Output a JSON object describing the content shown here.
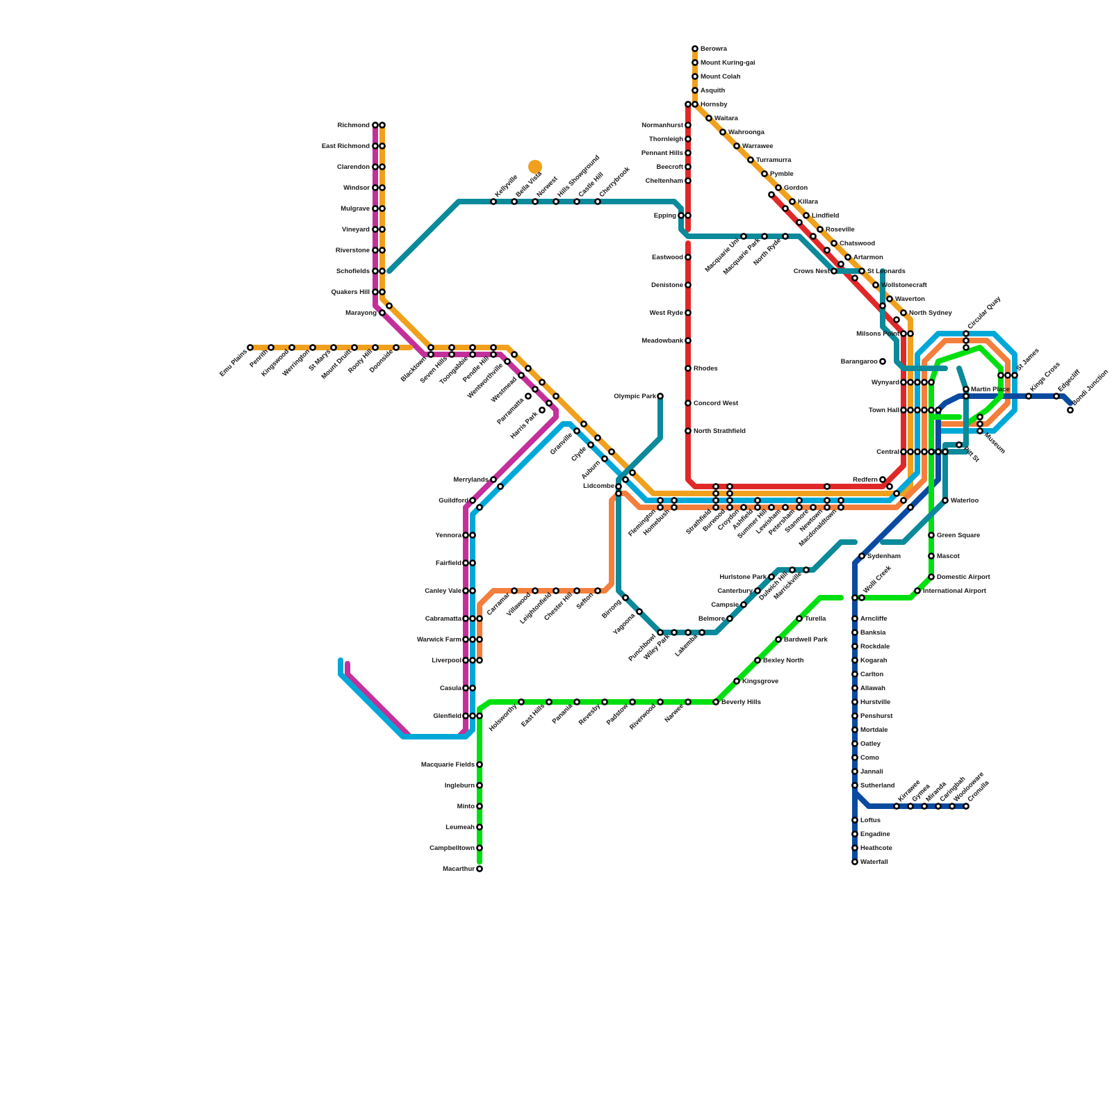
{
  "colors": {
    "T1": "#f0a01c",
    "T2": "#00a8d8",
    "T3": "#f47f3c",
    "T4": "#0a4aa0",
    "T5": "#c3309a",
    "T6": "#00e010",
    "T7": "#e02828",
    "T8": "#0a8a9a",
    "station_fill": "#ffffff",
    "station_stroke": "#000000",
    "marker": "#f0a01c"
  },
  "icons": {
    "station": "station-circle-icon",
    "marker": "map-marker-dot-icon"
  },
  "labels": {
    "richmond": "Richmond",
    "east_richmond": "East Richmond",
    "clarendon": "Clarendon",
    "windsor": "Windsor",
    "mulgrave": "Mulgrave",
    "vineyard": "Vineyard",
    "riverstone": "Riverstone",
    "schofields": "Schofields",
    "quakers_hill": "Quakers Hill",
    "marayong": "Marayong",
    "emu_plains": "Emu Plains",
    "penrith": "Penrith",
    "kingswood": "Kingswood",
    "werrington": "Werrington",
    "st_marys": "St Marys",
    "mount_druitt": "Mount Druitt",
    "rooty_hill": "Rooty Hill",
    "doonside": "Doonside",
    "blacktown": "Blacktown",
    "seven_hills": "Seven Hills",
    "toongabbie": "Toongabbie",
    "pendle_hill": "Pendle Hill",
    "wentworthville": "Wentworthville",
    "westmead": "Westmead",
    "parramatta": "Parramatta",
    "harris_park": "Harris Park",
    "granville": "Granville",
    "clyde": "Clyde",
    "auburn": "Auburn",
    "lidcombe": "Lidcombe",
    "olympic_park": "Olympic Park",
    "merrylands": "Merrylands",
    "guildford": "Guildford",
    "yennora": "Yennora",
    "fairfield": "Fairfield",
    "canley_vale": "Canley Vale",
    "cabramatta": "Cabramatta",
    "warwick_farm": "Warwick Farm",
    "liverpool": "Liverpool",
    "casula": "Casula",
    "glenfield": "Glenfield",
    "macquarie_fields": "Macquarie Fields",
    "ingleburn": "Ingleburn",
    "minto": "Minto",
    "leumeah": "Leumeah",
    "campbelltown": "Campbelltown",
    "macarthur": "Macarthur",
    "kellyville": "Kellyville",
    "bella_vista": "Bella Vista",
    "norwest": "Norwest",
    "hills_showground": "Hills Showground",
    "castle_hill": "Castle Hill",
    "cherrybrook": "Cherrybrook",
    "berowra": "Berowra",
    "mount_kuring_gai": "Mount Kuring-gai",
    "mount_colah": "Mount Colah",
    "asquith": "Asquith",
    "hornsby": "Hornsby",
    "normanhurst": "Normanhurst",
    "thornleigh": "Thornleigh",
    "pennant_hills": "Pennant Hills",
    "beecroft": "Beecroft",
    "cheltenham": "Cheltenham",
    "epping": "Epping",
    "eastwood": "Eastwood",
    "denistone": "Denistone",
    "west_ryde": "West Ryde",
    "meadowbank": "Meadowbank",
    "rhodes": "Rhodes",
    "concord_west": "Concord West",
    "north_strathfield": "North Strathfield",
    "waitara": "Waitara",
    "wahroonga": "Wahroonga",
    "warrawee": "Warrawee",
    "turramurra": "Turramurra",
    "pymble": "Pymble",
    "gordon": "Gordon",
    "killara": "Killara",
    "lindfield": "Lindfield",
    "roseville": "Roseville",
    "chatswood": "Chatswood",
    "artarmon": "Artarmon",
    "st_leonards": "St Leonards",
    "wollstonecraft": "Wollstonecraft",
    "waverton": "Waverton",
    "north_sydney": "North Sydney",
    "milsons_point": "Milsons Point",
    "barangaroo": "Barangaroo",
    "wynyard": "Wynyard",
    "town_hall": "Town Hall",
    "central": "Central",
    "redfern": "Redfern",
    "macquarie_uni": "Macquarie Uni",
    "macquarie_park": "Macquarie Park",
    "north_ryde": "North Ryde",
    "crows_nest": "Crows Nest",
    "circular_quay": "Circular Quay",
    "st_james": "St James",
    "martin_place": "Martin Place",
    "museum": "Museum",
    "kings_cross": "Kings Cross",
    "edgecliff": "Edgecliff",
    "bondi_junction": "Bondi Junction",
    "pitt_st": "Pitt St",
    "waterloo": "Waterloo",
    "green_square": "Green Square",
    "mascot": "Mascot",
    "domestic_airport": "Domestic Airport",
    "international_airport": "International Airport",
    "wolli_creek": "Wolli Creek",
    "sydenham": "Sydenham",
    "arncliffe": "Arncliffe",
    "banksia": "Banksia",
    "rockdale": "Rockdale",
    "kogarah": "Kogarah",
    "carlton": "Carlton",
    "allawah": "Allawah",
    "hurstville": "Hurstville",
    "penshurst": "Penshurst",
    "mortdale": "Mortdale",
    "oatley": "Oatley",
    "como": "Como",
    "jannali": "Jannali",
    "sutherland": "Sutherland",
    "loftus": "Loftus",
    "engadine": "Engadine",
    "heathcote": "Heathcote",
    "waterfall": "Waterfall",
    "kirrawee": "Kirrawee",
    "gymea": "Gymea",
    "miranda": "Miranda",
    "caringbah": "Caringbah",
    "woolooware": "Woolooware",
    "cronulla": "Cronulla",
    "flemington": "Flemington",
    "homebush": "Homebush",
    "strathfield": "Strathfield",
    "burwood": "Burwood",
    "croydon": "Croydon",
    "ashfield": "Ashfield",
    "summer_hill": "Summer Hill",
    "lewisham": "Lewisham",
    "petersham": "Petersham",
    "stanmore": "Stanmore",
    "newtown": "Newtown",
    "macdonaldtown": "Macdonaldtown",
    "carramar": "Carramar",
    "villawood": "Villawood",
    "leightonfield": "Leightonfield",
    "chester_hill": "Chester Hill",
    "sefton": "Sefton",
    "birrong": "Birrong",
    "yagoona": "Yagoona",
    "punchbowl": "Punchbowl",
    "wiley_park": "Wiley Park",
    "lakemba": "Lakemba",
    "belmore": "Belmore",
    "campsie": "Campsie",
    "canterbury": "Canterbury",
    "hurlstone_park": "Hurlstone Park",
    "dulwich_hill": "Dulwich Hill",
    "marrickville": "Marrickville",
    "holsworthy": "Holsworthy",
    "east_hills": "East Hills",
    "panania": "Panania",
    "revesby": "Revesby",
    "padstow": "Padstow",
    "riverwood": "Riverwood",
    "narwee": "Narwee",
    "beverly_hills": "Beverly Hills",
    "kingsgrove": "Kingsgrove",
    "bexley_north": "Bexley North",
    "bardwell_park": "Bardwell Park",
    "turella": "Turella"
  }
}
